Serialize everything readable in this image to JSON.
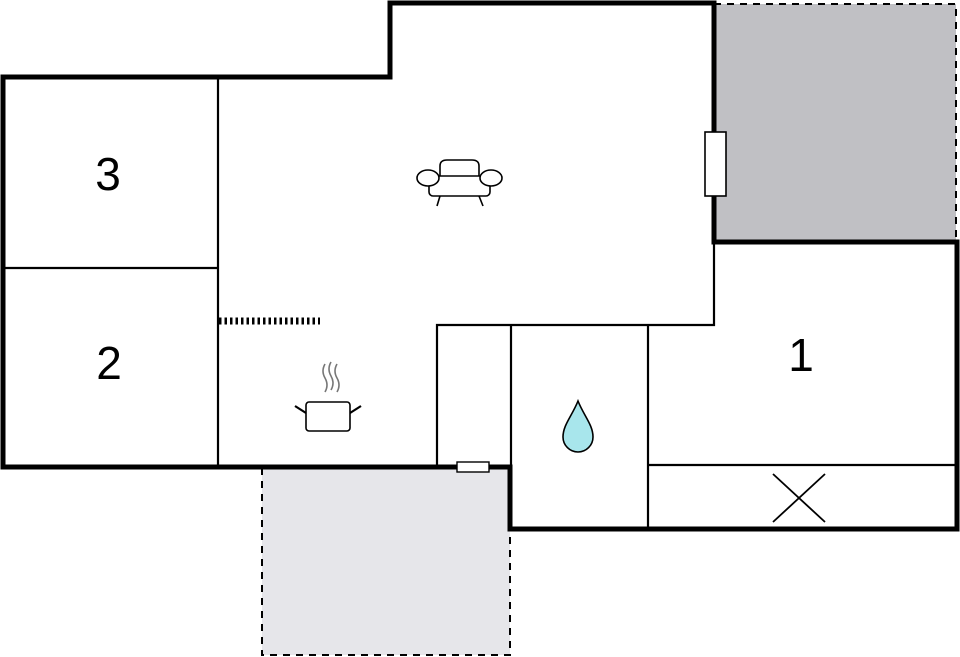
{
  "rooms": [
    {
      "id": "bedroom-3",
      "label": "3"
    },
    {
      "id": "bedroom-2",
      "label": "2"
    },
    {
      "id": "bedroom-1",
      "label": "1"
    }
  ],
  "icons": [
    "sofa-icon",
    "cooking-pot-icon",
    "water-drop-icon",
    "cross-icon"
  ],
  "colors": {
    "wall": "#000000",
    "terrace_dark": "#c0c0c4",
    "terrace_light": "#e6e6ea",
    "water_drop": "#a8e6ec",
    "background": "#ffffff"
  }
}
